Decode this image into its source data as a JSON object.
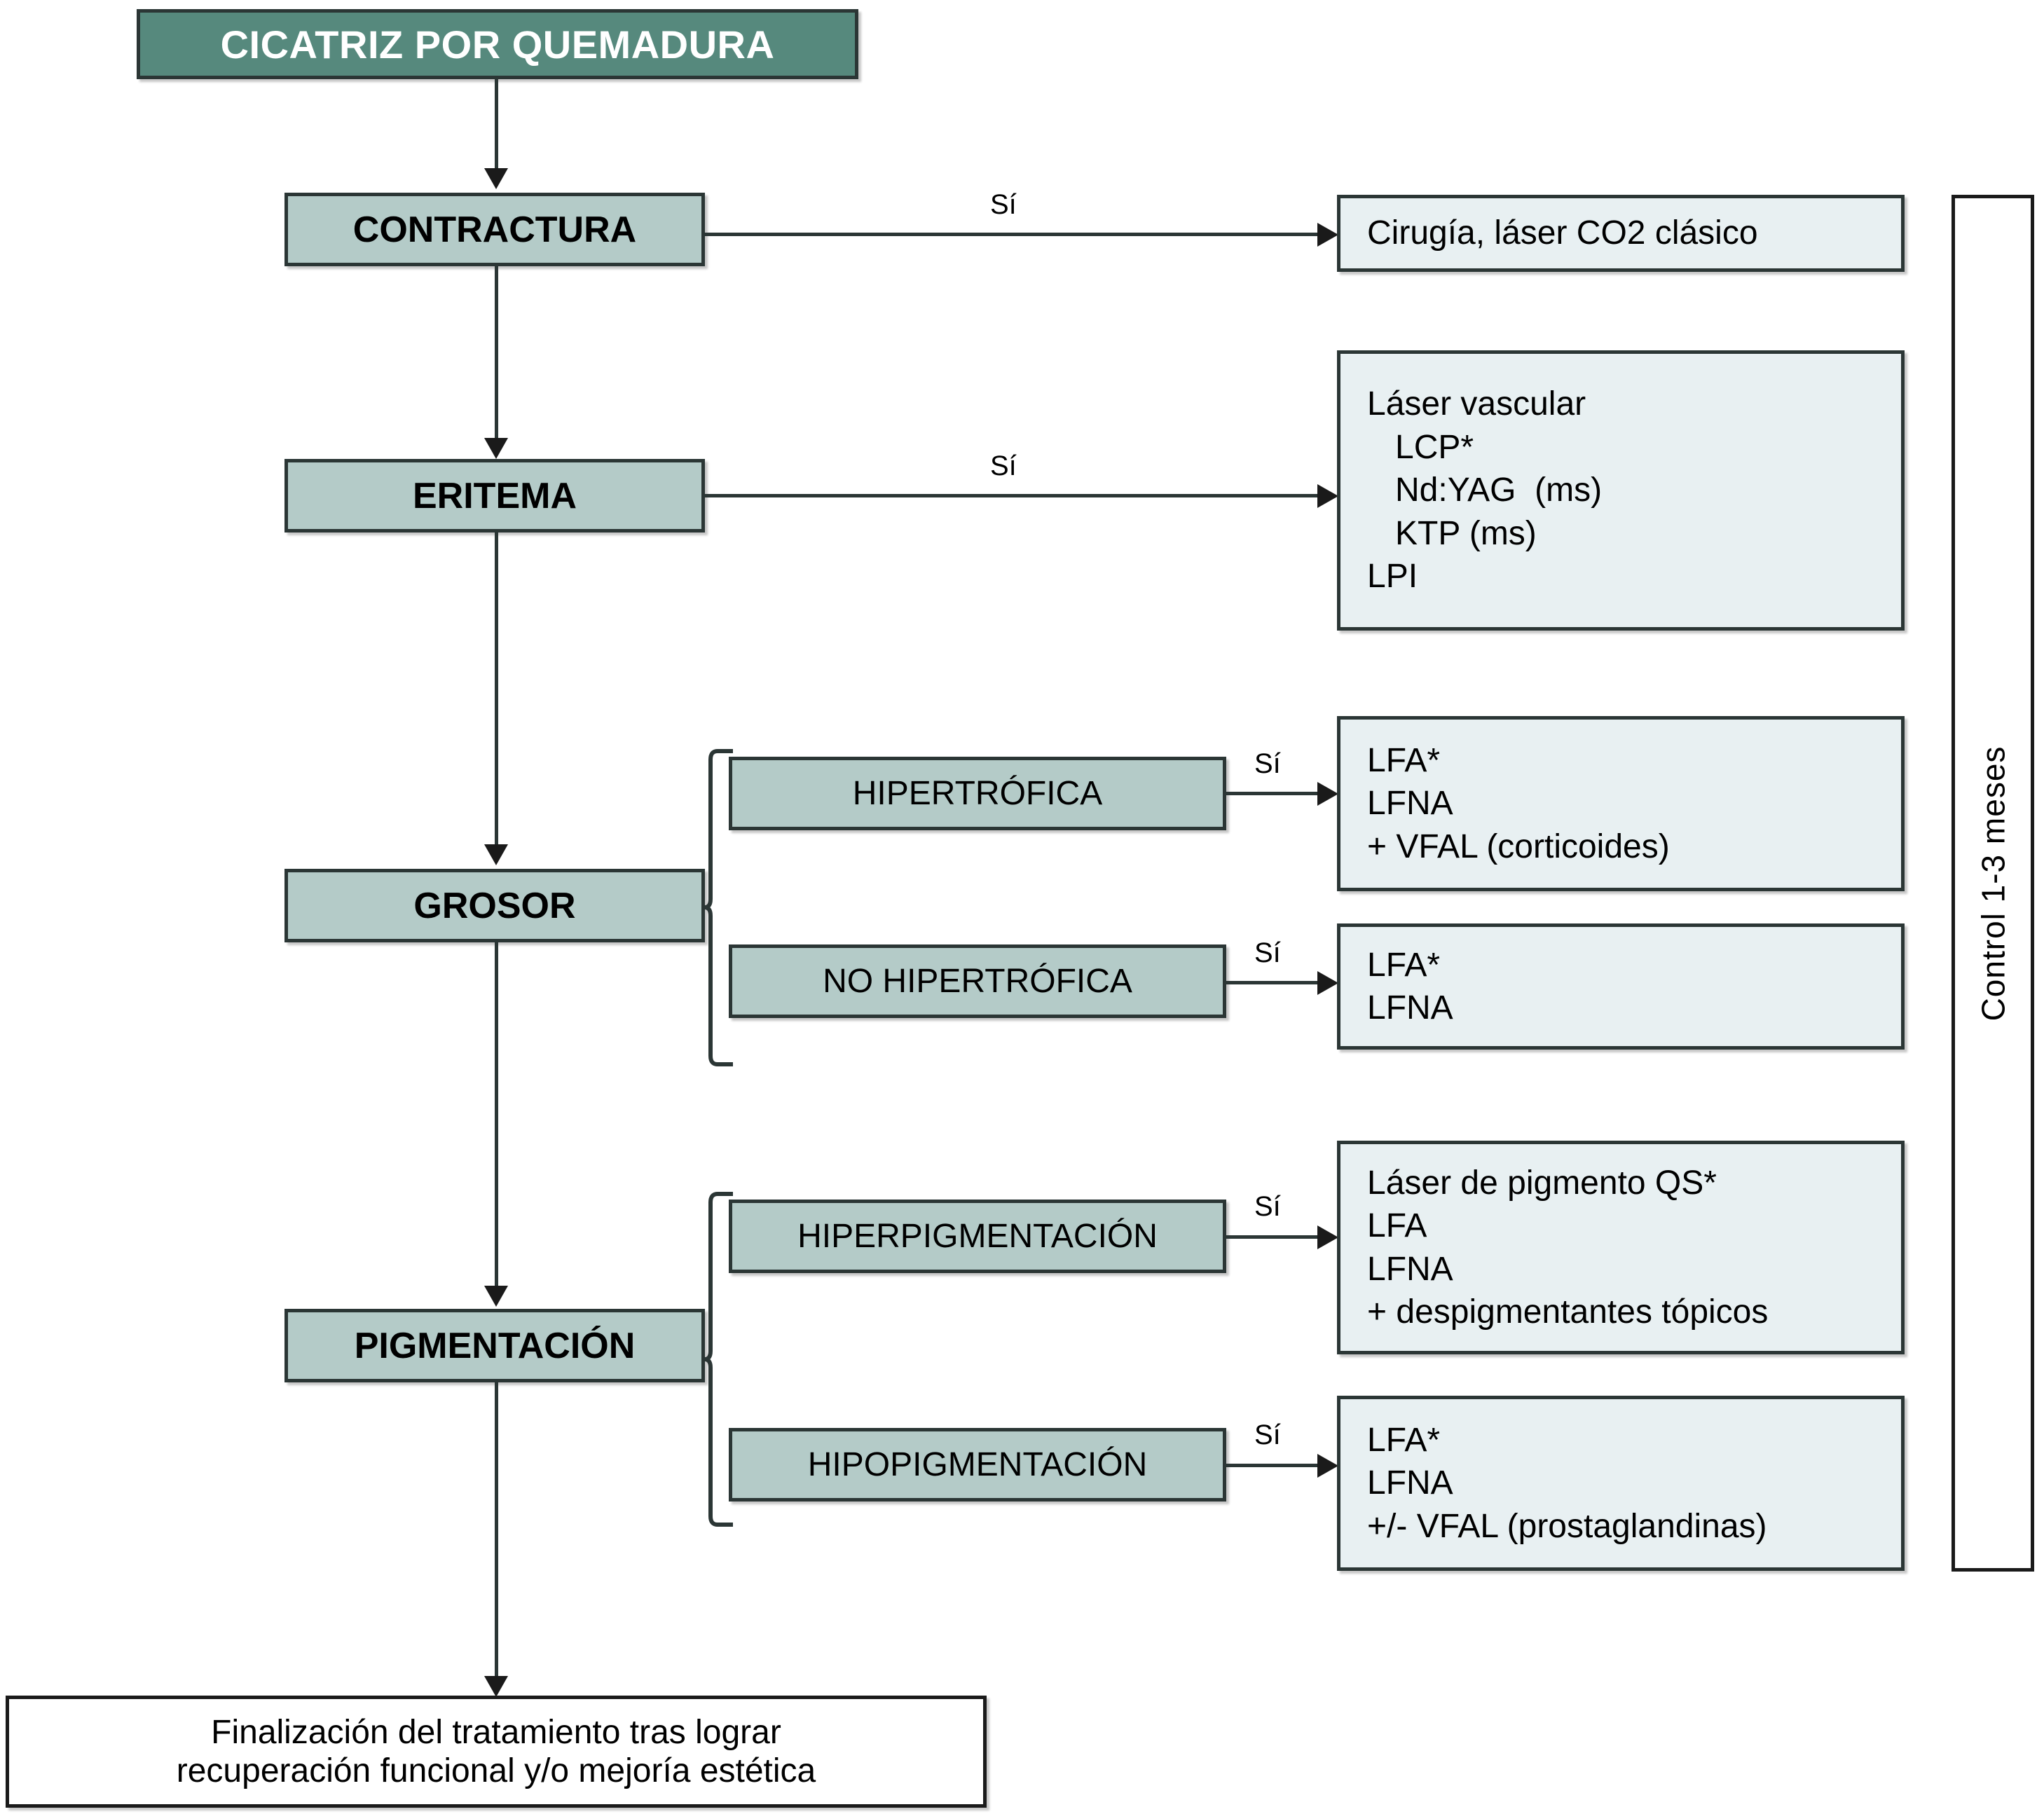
{
  "diagram": {
    "title": "CICATRIZ POR QUEMADURA",
    "yes_label": "Sí",
    "control_panel_label": "Control  1-3 meses",
    "final_box_line1": "Finalización del tratamiento tras lograr",
    "final_box_line2": "recuperación funcional y/o mejoría estética",
    "colors": {
      "title_fill": "#56897d",
      "stage_fill": "#b4cbc8",
      "treatment_fill": "#e8f0f2",
      "border": "#2b3635",
      "text": "#000000",
      "title_text": "#ffffff"
    },
    "stages": [
      {
        "id": "contractura",
        "label": "CONTRACTURA"
      },
      {
        "id": "eritema",
        "label": "ERITEMA"
      },
      {
        "id": "grosor",
        "label": "GROSOR"
      },
      {
        "id": "pigmentacion",
        "label": "PIGMENTACIÓN"
      }
    ],
    "subnodes": [
      {
        "id": "hipertrofica",
        "label": "HIPERTRÓFICA"
      },
      {
        "id": "no-hipertrofica",
        "label": "NO HIPERTRÓFICA"
      },
      {
        "id": "hiperpigmentacion",
        "label": "HIPERPIGMENTACIÓN"
      },
      {
        "id": "hipopigmentacion",
        "label": "HIPOPIGMENTACIÓN"
      }
    ],
    "treatments": {
      "contractura": "Cirugía, láser CO2 clásico",
      "eritema": "Láser vascular\n   LCP*\n   Nd:YAG  (ms)\n   KTP (ms)\nLPI",
      "hipertrofica": "LFA*\nLFNA\n+ VFAL (corticoides)",
      "no_hipertrofica": "LFA*\nLFNA",
      "hiperpigmentacion": "Láser de pigmento QS*\nLFA\nLFNA\n+ despigmentantes tópicos",
      "hipopigmentacion": "LFA*\nLFNA\n+/- VFAL (prostaglandinas)"
    }
  }
}
